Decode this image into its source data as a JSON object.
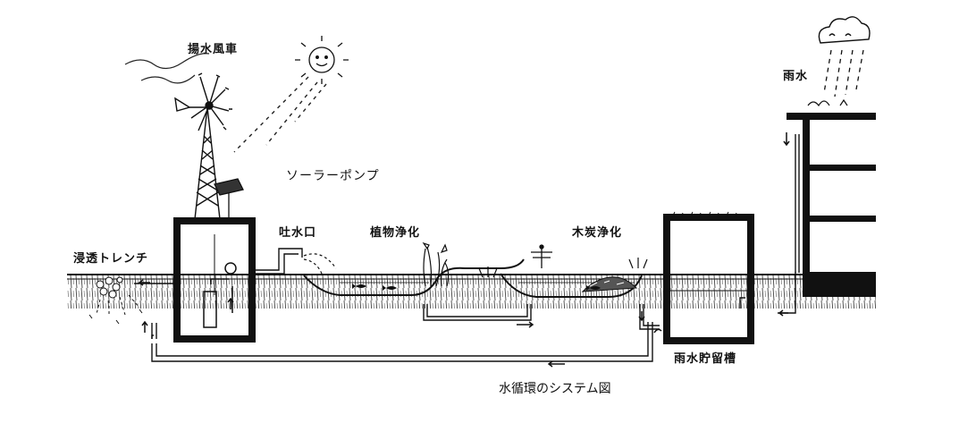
{
  "labels": {
    "windmill": "揚水風車",
    "solar_pump": "ソーラーポンプ",
    "outlet": "吐水口",
    "plant_purification": "植物浄化",
    "charcoal_purification": "木炭浄化",
    "rainwater": "雨水",
    "infiltration_trench": "浸透トレンチ",
    "rain_tank": "雨水貯留槽"
  },
  "caption": "水循環のシステム図",
  "icons": {
    "sun": "sun-icon",
    "cloud": "cloud-icon",
    "dragonfly": "dragonfly-icon",
    "fish": "fish-icon"
  },
  "colors": {
    "ink": "#111111",
    "paper": "#ffffff"
  }
}
